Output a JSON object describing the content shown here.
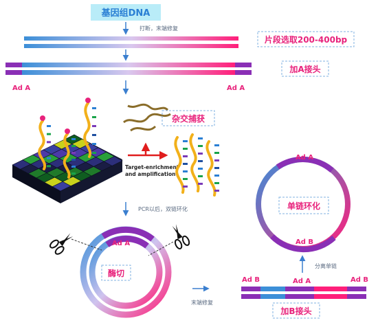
{
  "title": "基因组DNA",
  "steps": {
    "fragment": "打断，末端修复",
    "select": "片段选取200-400bp",
    "addA": "加A接头",
    "hybrid": "杂交捕获",
    "enrich_line1": "Target-enrichment",
    "enrich_line2": "and amplification",
    "pcr": "PCR以后，双链环化",
    "cut": "酶切",
    "repair": "末端修复",
    "addB": "加B接头",
    "separate": "分离单链",
    "circle": "单链环化"
  },
  "adapters": {
    "a": "Ad A",
    "b": "Ad B"
  },
  "colors": {
    "title_bg": "#b9ecf8",
    "title_text": "#2a7fd4",
    "label_text": "#e8237c",
    "label_border": "#7fb0e0",
    "blue": "#3c8fd8",
    "pink": "#ff1f7a",
    "purple": "#8a2fb5",
    "arrow": "#3b7fcf"
  },
  "icons": [
    "scissors-icon",
    "down-arrow-icon",
    "right-arrow-icon",
    "up-arrow-icon"
  ]
}
